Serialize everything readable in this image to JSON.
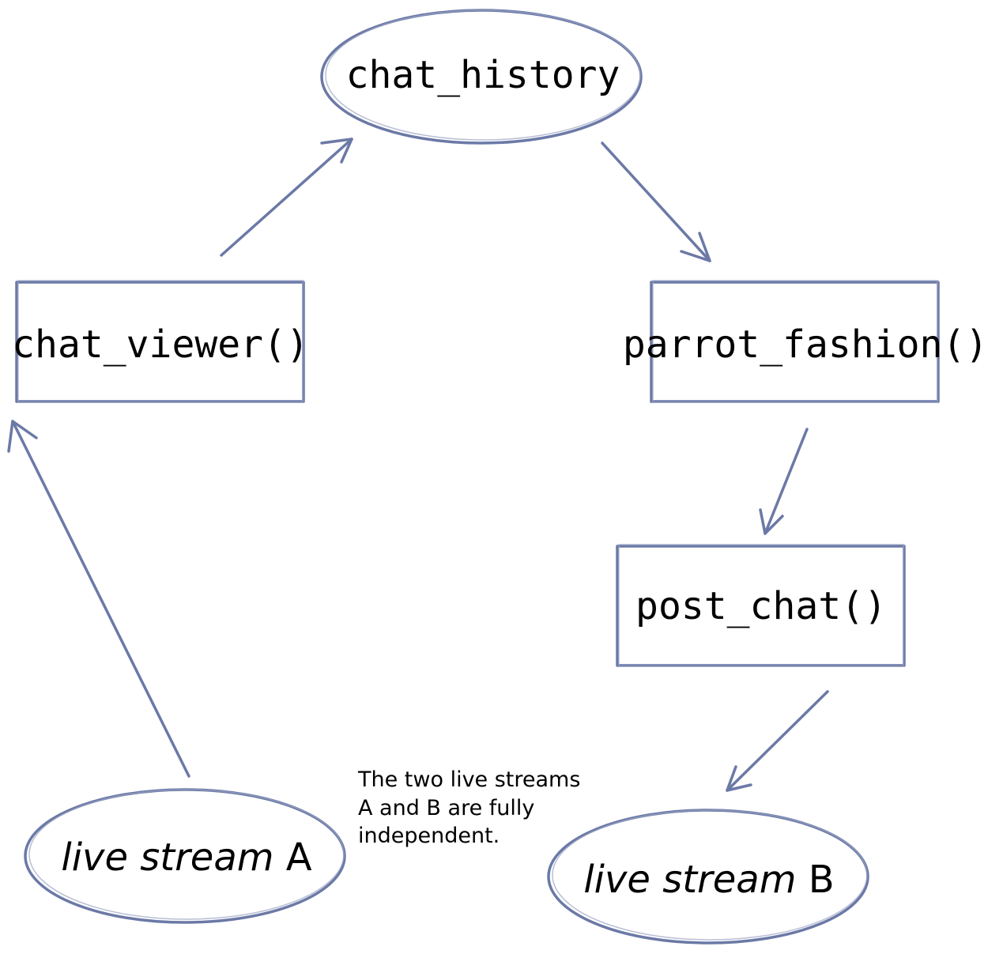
{
  "nodes": {
    "chat_history": "chat_history",
    "chat_viewer": "chat_viewer()",
    "parrot_fashion": "parrot_fashion()",
    "post_chat": "post_chat()",
    "stream_a": {
      "italic": "live stream",
      "letter": "A"
    },
    "stream_b": {
      "italic": "live stream",
      "letter": "B"
    }
  },
  "note": {
    "lines": [
      "The two live streams",
      "A and B are fully",
      "independent."
    ]
  },
  "colors": {
    "stroke": "#6b79a6",
    "text": "#000000",
    "background": "#ffffff"
  }
}
